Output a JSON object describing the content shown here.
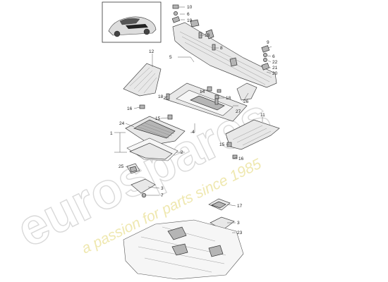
{
  "watermark": {
    "brand": "eurospares",
    "tagline": "a passion for parts since 1985"
  },
  "callouts": {
    "c1": "1",
    "c2": "2",
    "c3a": "3",
    "c3b": "3",
    "c4": "4",
    "c5": "5",
    "c6a": "6",
    "c6b": "6",
    "c7": "7",
    "c8": "8",
    "c9": "9",
    "c10": "10",
    "c11": "11",
    "c12": "12",
    "c13": "13",
    "c14": "14",
    "c15a": "15",
    "c15b": "15",
    "c16a": "16",
    "c16b": "16",
    "c17": "17",
    "c18a": "18",
    "c18b": "18",
    "c19": "19",
    "c20": "20",
    "c21": "21",
    "c22": "22",
    "c23": "23",
    "c24": "24",
    "c25": "25",
    "c26": "26",
    "c27": "27"
  }
}
